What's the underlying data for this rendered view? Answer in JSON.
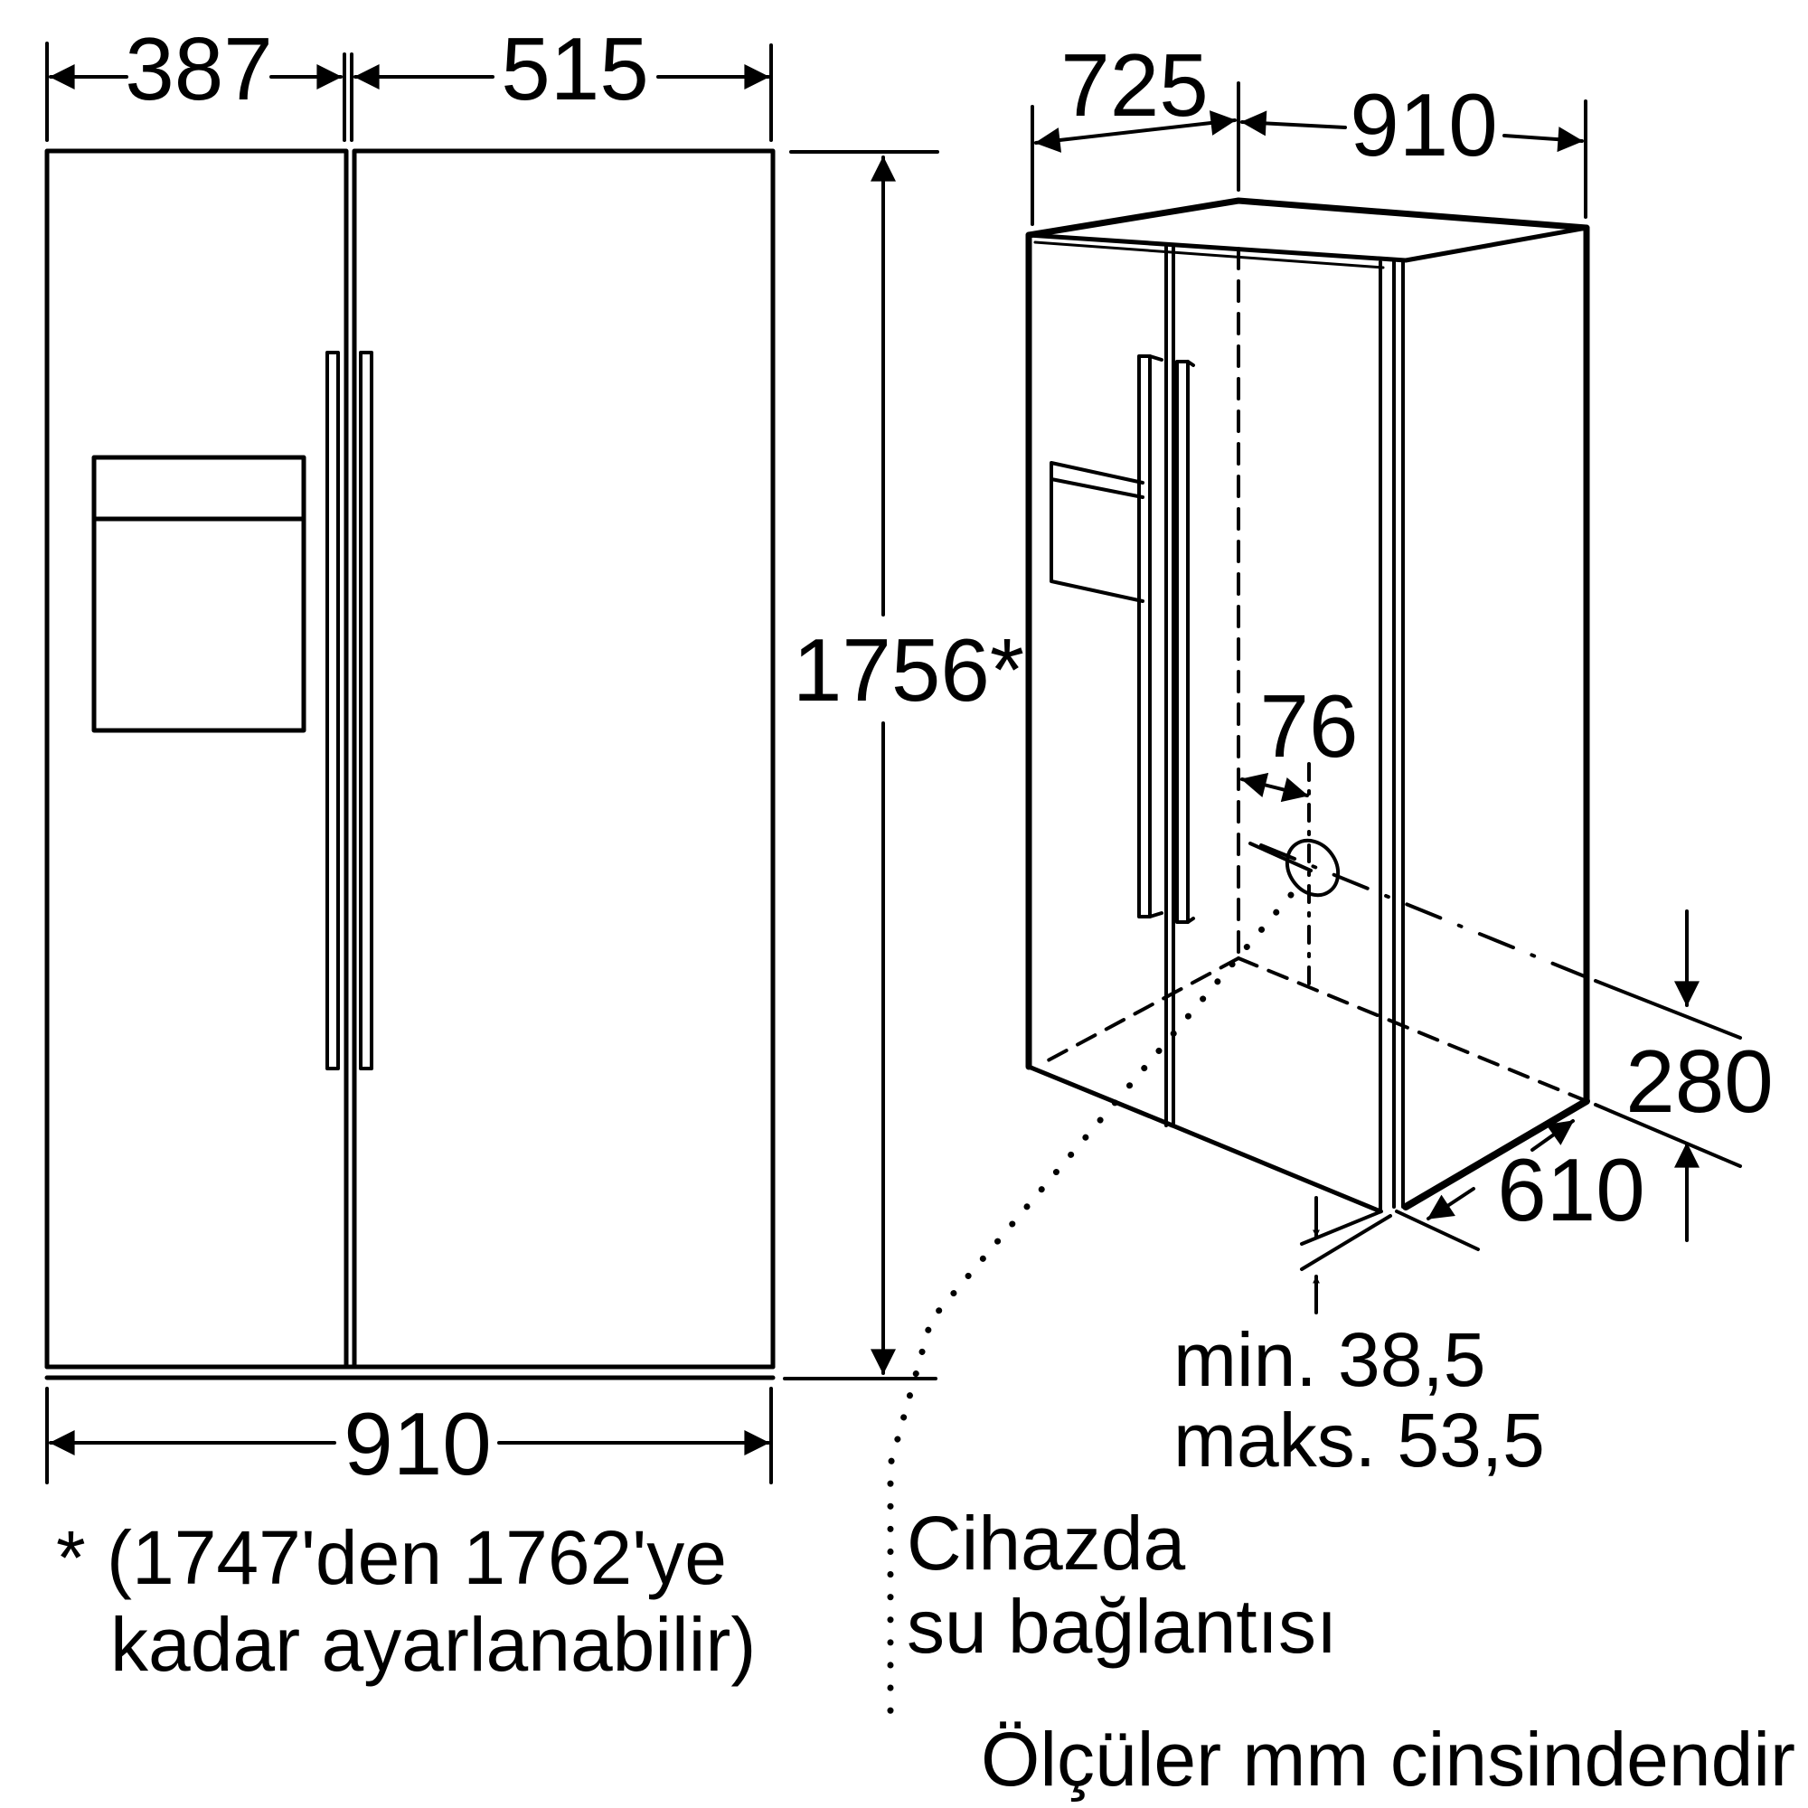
{
  "diagram": {
    "type": "technical-dimension-drawing",
    "subject": "side-by-side refrigerator",
    "line_color": "#000000",
    "background": "#ffffff"
  },
  "front_view": {
    "dims": {
      "left_door_width": "387",
      "right_door_width": "515",
      "height": "1756*",
      "total_width": "910"
    }
  },
  "iso_view": {
    "dims": {
      "depth": "725",
      "width": "910",
      "water_offset": "76",
      "water_height": "280",
      "body_depth": "610"
    },
    "gap_note": {
      "min": "min. 38,5",
      "max": "maks. 53,5"
    }
  },
  "notes": {
    "height_footnote_line1": "* (1747'den 1762'ye",
    "height_footnote_line2": "kadar ayarlanabilir)",
    "water_connection_line1": "Cihazda",
    "water_connection_line2": "su bağlantısı",
    "units": "Ölçüler mm cinsindendir"
  }
}
